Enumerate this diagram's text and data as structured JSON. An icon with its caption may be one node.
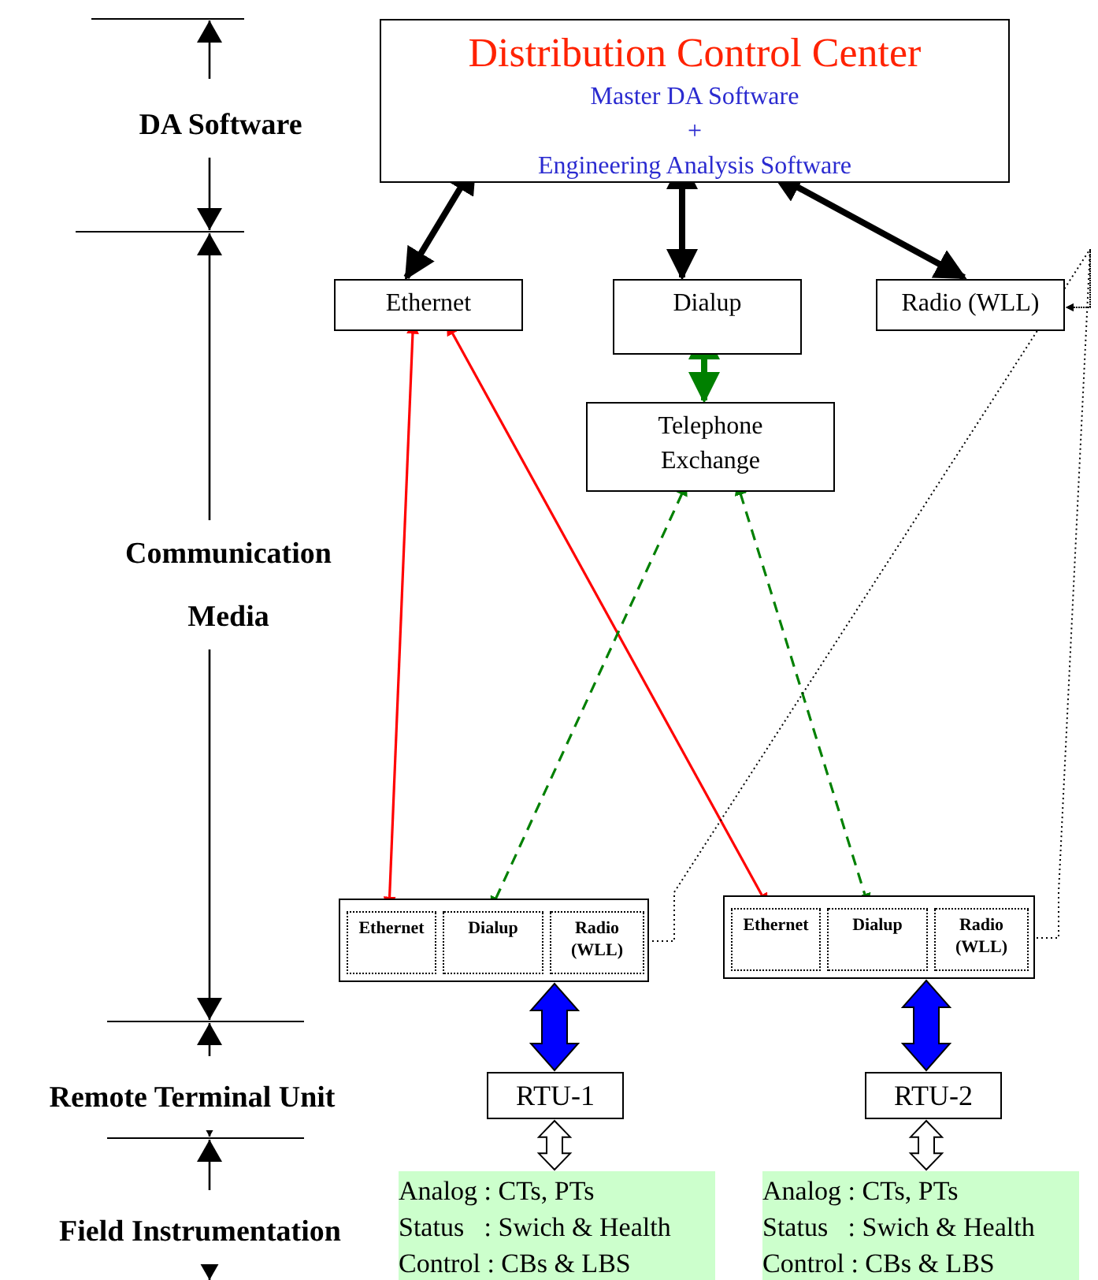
{
  "diagram": {
    "nodes": [
      {
        "text": [
          "Distribution Control Center",
          "Master DA Software",
          "+",
          "Engineering Analysis Software"
        ]
      },
      {
        "text": [
          "Ethernet"
        ]
      },
      {
        "text": [
          "Dialup"
        ]
      },
      {
        "text": [
          "Radio (WLL)"
        ]
      },
      {
        "text": [
          "Telephone Exchange"
        ]
      },
      {
        "text": [],
        "shape": "box"
      },
      {
        "text": [
          "Ethernet"
        ],
        "in": 5
      },
      {
        "text": [
          "Dialup"
        ],
        "in": 5
      },
      {
        "text": [
          "Radio (WLL)"
        ],
        "in": 5
      },
      {
        "text": [],
        "shape": "box"
      },
      {
        "text": [
          "Ethernet"
        ],
        "in": 9
      },
      {
        "text": [
          "Dialup"
        ],
        "in": 9
      },
      {
        "text": [
          "Radio (WLL)"
        ],
        "in": 9
      },
      {
        "text": [
          "RTU-1"
        ]
      },
      {
        "text": [
          "RTU-2"
        ]
      },
      {
        "text": [
          "Analog : CTs, PTs",
          "Status   : Swich & Health",
          "Control : CBs & LBS"
        ]
      },
      {
        "text": [
          "Analog : CTs, PTs",
          "Status   : Swich & Health",
          "Control : CBs & LBS"
        ]
      }
    ],
    "edges": [
      {
        "from": 0,
        "to": 1,
        "arrow": "both",
        "style": "thick"
      },
      {
        "from": 0,
        "to": 2,
        "arrow": "both",
        "style": "thick"
      },
      {
        "from": 0,
        "to": 3,
        "arrow": "both",
        "style": "thick"
      },
      {
        "from": 2,
        "to": 4,
        "arrow": "both",
        "style": "thick",
        "color": "#008000"
      },
      {
        "from": 1,
        "to": 6,
        "arrow": "both",
        "color": "#ff0000"
      },
      {
        "from": 1,
        "to": 10,
        "arrow": "both",
        "color": "#ff0000"
      },
      {
        "from": 4,
        "to": 7,
        "arrow": "both",
        "style": "dashed",
        "color": "#008000"
      },
      {
        "from": 4,
        "to": 11,
        "arrow": "both",
        "style": "dashed",
        "color": "#008000"
      },
      {
        "from": 8,
        "to": 3,
        "arrow": "to",
        "style": "dashed"
      },
      {
        "from": 12,
        "to": 3,
        "arrow": "to",
        "style": "dashed"
      },
      {
        "from": 5,
        "to": 13,
        "arrow": "both",
        "style": "thick",
        "color": "#0000ff"
      },
      {
        "from": 9,
        "to": 14,
        "arrow": "both",
        "style": "thick",
        "color": "#0000ff"
      },
      {
        "from": 13,
        "to": 15,
        "arrow": "both",
        "style": "thick"
      },
      {
        "from": 14,
        "to": 16,
        "arrow": "both",
        "style": "thick"
      }
    ],
    "labels": [
      "DA Software",
      "Communication Media",
      "Remote Terminal Unit",
      "Field Instrumentation"
    ]
  }
}
